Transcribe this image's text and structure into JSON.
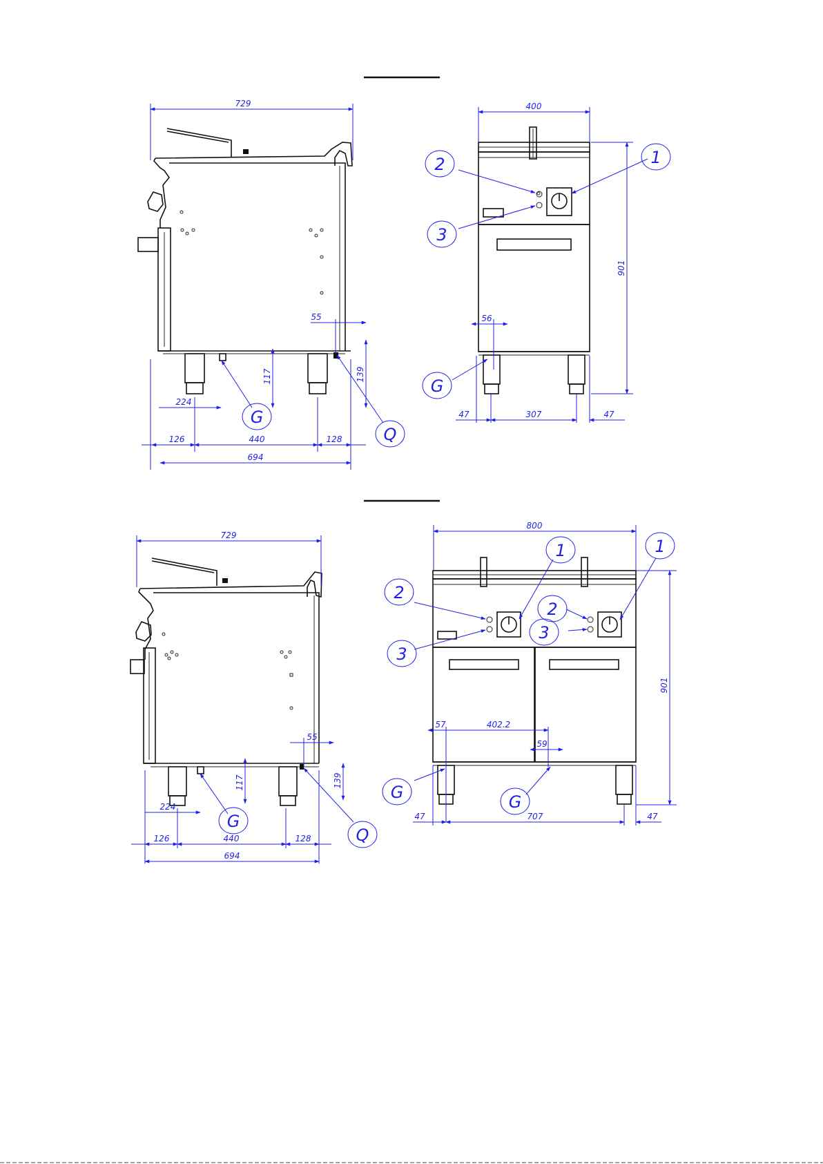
{
  "colors": {
    "dimension": "#1f1fe8",
    "ink": "#111111",
    "paper": "#ffffff"
  },
  "single": {
    "side": {
      "width": "729",
      "offset": "55",
      "height_q": "139",
      "height_g": "117",
      "g_pos": "224",
      "front_leg": "126",
      "leg_span": "440",
      "rear_leg": "128",
      "depth": "694",
      "label_g": "G",
      "label_q": "Q"
    },
    "front": {
      "width": "400",
      "height": "901",
      "leg_offset": "56",
      "left_edge": "47",
      "leg_span": "307",
      "right_edge": "47",
      "label_1": "1",
      "label_2": "2",
      "label_3": "3",
      "label_g": "G"
    }
  },
  "double": {
    "side": {
      "width": "729",
      "offset": "55",
      "height_q": "139",
      "height_g": "117",
      "g_pos": "224",
      "front_leg": "126",
      "leg_span": "440",
      "rear_leg": "128",
      "depth": "694",
      "label_g": "G",
      "label_q": "Q"
    },
    "front": {
      "width": "800",
      "height": "901",
      "left_offset": "57",
      "middle": "402.2",
      "mid_offset": "59",
      "left_edge": "47",
      "leg_span": "707",
      "right_edge": "47",
      "label_1a": "1",
      "label_1b": "1",
      "label_2a": "2",
      "label_2b": "2",
      "label_3a": "3",
      "label_3b": "3",
      "label_ga": "G",
      "label_gb": "G"
    }
  }
}
